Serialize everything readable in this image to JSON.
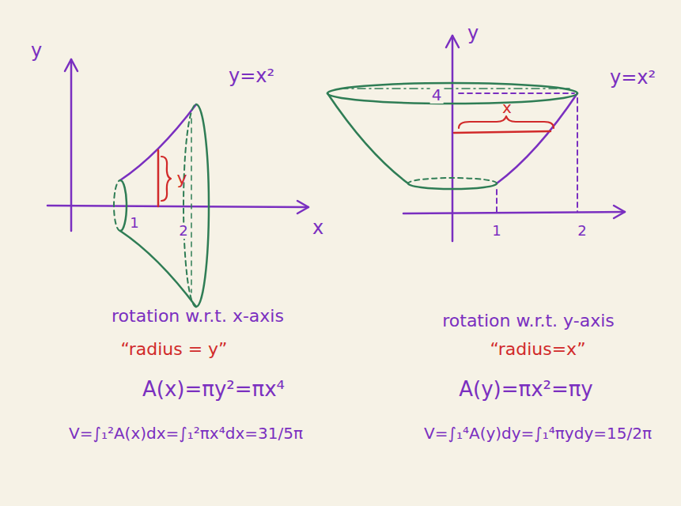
{
  "diagram": {
    "labels": [
      "y",
      "y=x²",
      "y",
      "1",
      "2",
      "x",
      "y",
      "y=x²",
      "4",
      "x",
      "1",
      "2",
      "rotation w.r.t. x-axis",
      "“radius = y”",
      "A(x)=πy²=πx⁴",
      "V=∫₁²A(x)dx=∫₁²πx⁴dx=31/5π",
      "rotation w.r.t. y-axis",
      "“radius=x”",
      "A(y)=πx²=πy",
      "V=∫₁⁴A(y)dy=∫₁⁴πydy=15/2π"
    ]
  }
}
